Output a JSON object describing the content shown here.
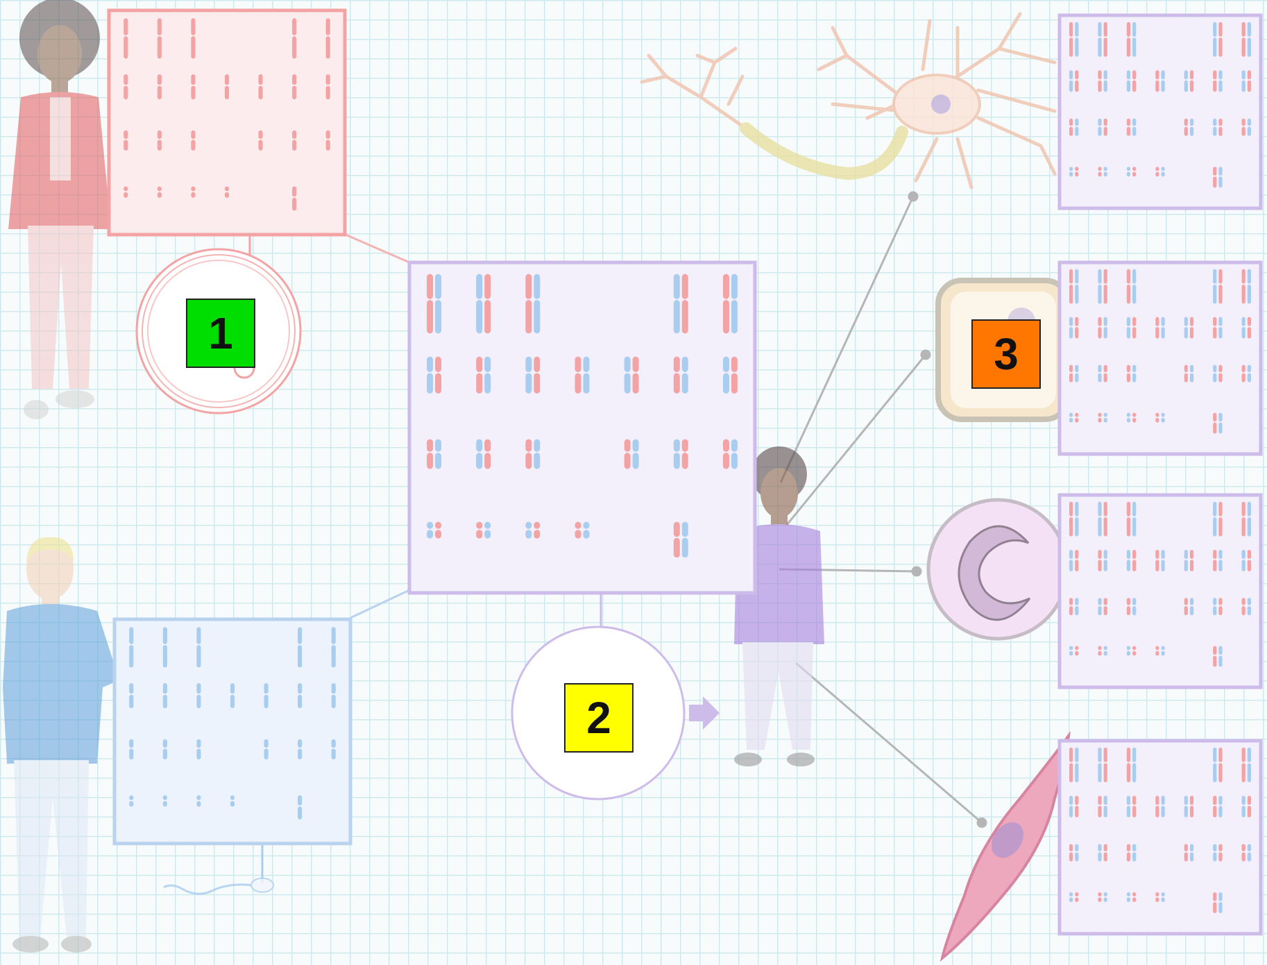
{
  "markers": [
    {
      "label": "1",
      "color": "#00dd00"
    },
    {
      "label": "2",
      "color": "#ffff00"
    },
    {
      "label": "3",
      "color": "#ff7700"
    }
  ],
  "colors": {
    "maternal": "#f3a3a3",
    "paternal": "#a9cdef",
    "child": "#cdbbea",
    "maternal_panel_fill": "#fdeced",
    "paternal_panel_fill": "#edf3fc",
    "child_panel_fill": "#f3effb",
    "connector": "#b5b5b5"
  },
  "figures": [
    "mother",
    "father",
    "child"
  ],
  "cells": [
    "egg-cell",
    "sperm-cell",
    "zygote",
    "neuron",
    "epithelial-cell",
    "blood-cell",
    "muscle-cell"
  ],
  "icons": [
    "next-arrow-icon"
  ]
}
